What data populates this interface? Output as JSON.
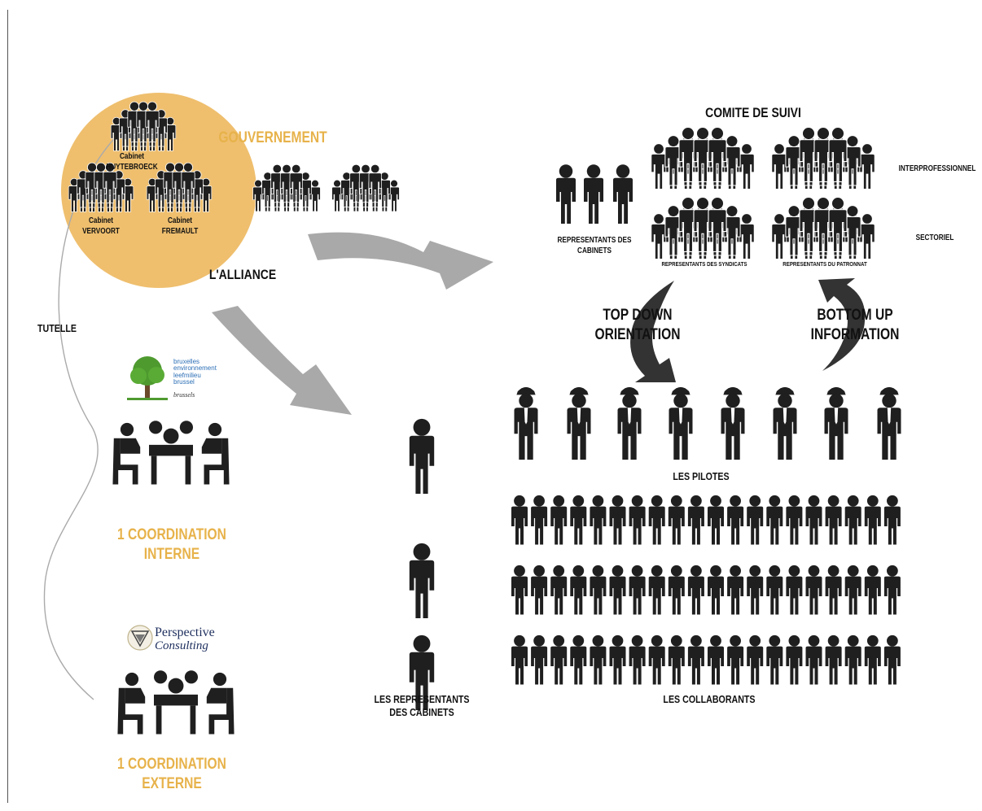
{
  "labels": {
    "cabinet_huytebroeck": "Cabinet\nHUYTEBROECK",
    "cabinet_vervoort": "Cabinet\nVERVOORT",
    "cabinet_fremault": "Cabinet\nFREMAULT",
    "gouvernement": "GOUVERNEMENT",
    "alliance": "L'ALLIANCE",
    "tutelle": "TUTELLE",
    "comite_de_suivi": "COMITE DE SUIVI",
    "interprofessionnel": "INTERPROFESSIONNEL",
    "sectoriel": "SECTORIEL",
    "representants_des_cabinets_top": "REPRESENTANTS DES\nCABINETS",
    "representants_des_syndicats": "REPRESENTANTS DES SYNDICATS",
    "representants_du_patronnat": "REPRESENTANTS DU PATRONNAT",
    "top_down": "TOP DOWN\nORIENTATION",
    "bottom_up": "BOTTOM UP\nINFORMATION",
    "les_pilotes": "LES PILOTES",
    "les_collaborants": "LES COLLABORANTS",
    "les_representants_des_cabinets": "LES REPRESENTANTS\nDES CABINETS",
    "coordination_interne": "1 COORDINATION\nINTERNE",
    "coordination_externe": "1 COORDINATION\nEXTERNE"
  },
  "logos": {
    "bruxelles_environnement": "bruxelles\nenvironnement\nleefmilieu\nbrussel",
    "bruxelles_environnement_sub": "brussels",
    "perspective_line1": "Perspective",
    "perspective_line2": "Consulting"
  },
  "colors": {
    "gold": "#e7b24a",
    "circle": "#efbf6e",
    "arrow": "#a9a9a9",
    "figure": "#1f1f1f",
    "tree_green": "#4e9a2f",
    "logo_blue": "#2c6fb6"
  },
  "icons": [
    "person-icon",
    "pilot-icon",
    "meeting-table-icon",
    "group-icon",
    "tree-logo-icon",
    "perspective-logo-icon"
  ]
}
